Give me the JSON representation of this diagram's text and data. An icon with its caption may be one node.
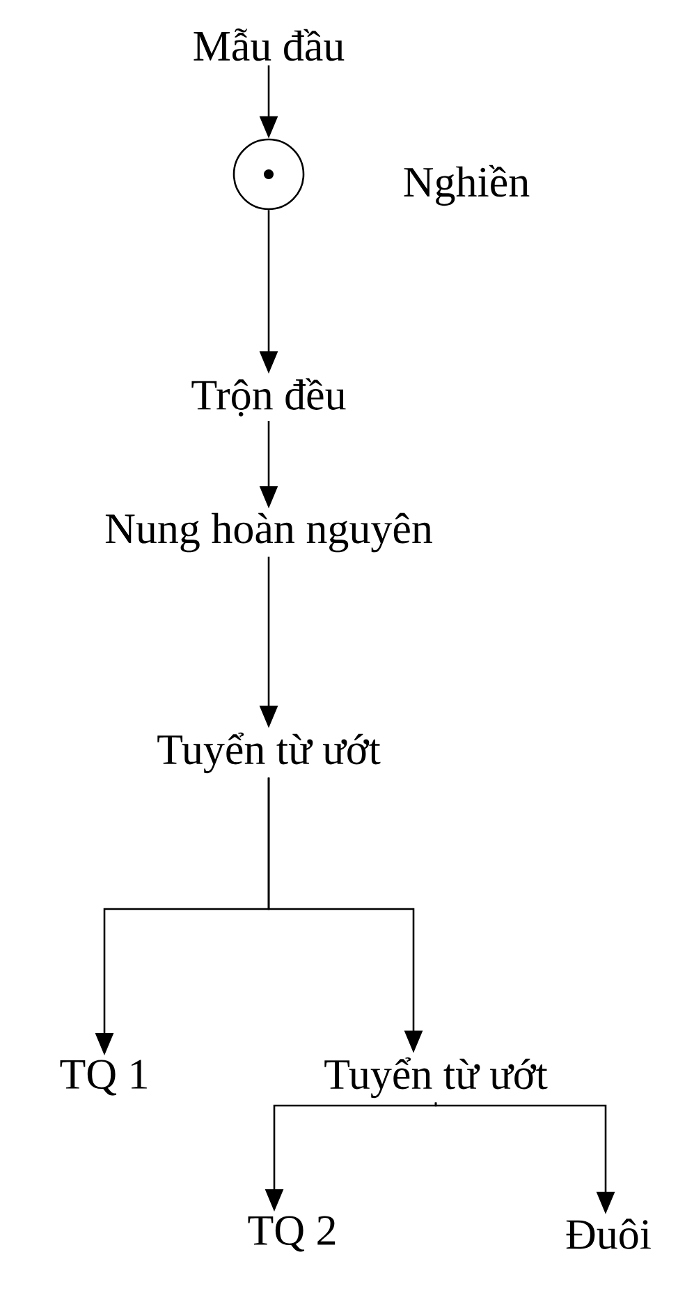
{
  "diagram": {
    "nodes": [
      {
        "text": [
          "Mẫu đầu"
        ]
      },
      {
        "text": [],
        "shape": "circle",
        "beside": [
          "Nghiền"
        ]
      },
      {
        "text": [
          "Trộn đều"
        ]
      },
      {
        "text": [
          "Nung hoàn nguyên"
        ]
      },
      {
        "text": [
          "Tuyển từ ướt"
        ]
      },
      {
        "text": [
          "TQ 1"
        ]
      },
      {
        "text": [
          "Tuyển từ ướt"
        ]
      },
      {
        "text": [
          "TQ 2"
        ]
      },
      {
        "text": [
          "Đuôi"
        ]
      }
    ],
    "edges": [
      {
        "from": 0,
        "to": 1,
        "arrow": "to"
      },
      {
        "from": 1,
        "to": 2,
        "arrow": "to"
      },
      {
        "from": 2,
        "to": 3,
        "arrow": "to"
      },
      {
        "from": 3,
        "to": 4,
        "arrow": "to"
      },
      {
        "from": 4,
        "to": 5,
        "arrow": "to"
      },
      {
        "from": 4,
        "to": 6,
        "arrow": "to"
      },
      {
        "from": 6,
        "to": 7,
        "arrow": "to"
      },
      {
        "from": 6,
        "to": 8,
        "arrow": "to"
      }
    ]
  }
}
